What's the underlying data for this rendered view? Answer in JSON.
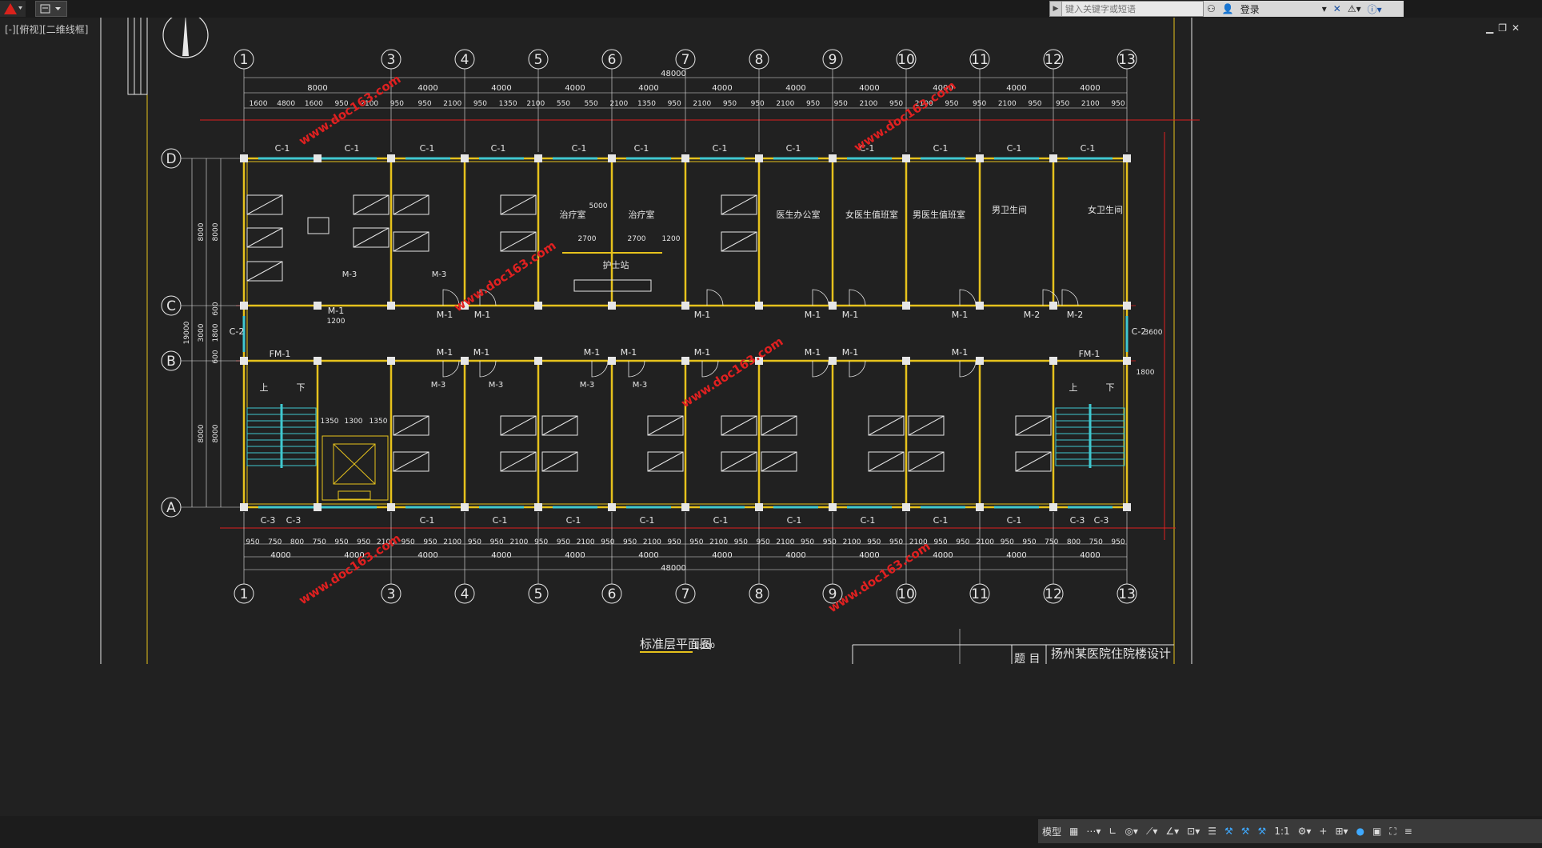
{
  "toolbar": {
    "search_placeholder": "键入关键字或短语",
    "login_label": "登录"
  },
  "viewport": {
    "label": "[-][俯视][二维线框]"
  },
  "status_bar": {
    "model_label": "模型",
    "scale_label": "1:1"
  },
  "drawing": {
    "title": "标准层平面图",
    "title_scale": "1:100",
    "titleblock_key": "题 目",
    "titleblock_value": "扬州某医院住院楼设计",
    "total_dimension": "48000",
    "top_bays": [
      "8000",
      "4000",
      "4000",
      "4000",
      "4000",
      "4000",
      "4000",
      "4000",
      "4000",
      "4000",
      "4000"
    ],
    "top_detail_left": [
      "1600",
      "4800",
      "1600",
      "950",
      "2100",
      "950",
      "950",
      "2100",
      "950",
      "1350",
      "2100",
      "550",
      "550",
      "2100",
      "1350",
      "950",
      "2100",
      "950",
      "950",
      "2100",
      "950",
      "950",
      "2100",
      "950",
      "2100",
      "950",
      "950",
      "2100",
      "950",
      "950",
      "2100",
      "950"
    ],
    "bottom_bays": [
      "4000",
      "4000",
      "4000",
      "4000",
      "4000",
      "4000",
      "4000",
      "4000",
      "4000",
      "4000",
      "4000",
      "4000"
    ],
    "bottom_detail": [
      "950",
      "750",
      "800",
      "750",
      "950",
      "950",
      "2100",
      "950",
      "950",
      "2100",
      "950",
      "950",
      "2100",
      "950",
      "950",
      "2100",
      "950",
      "950",
      "2100",
      "950",
      "950",
      "2100",
      "950",
      "950",
      "2100",
      "950",
      "950",
      "2100",
      "950",
      "950",
      "2100",
      "950",
      "950",
      "2100",
      "950",
      "950",
      "750",
      "800",
      "750",
      "950"
    ],
    "axes_numbers": [
      "1",
      "3",
      "4",
      "5",
      "6",
      "7",
      "8",
      "9",
      "10",
      "11",
      "12",
      "13"
    ],
    "axes_numbers_bottom": [
      "1",
      "3",
      "4",
      "5",
      "6",
      "7",
      "8",
      "9",
      "10",
      "11",
      "12",
      "13"
    ],
    "axes_letters": [
      "D",
      "C",
      "B",
      "A"
    ],
    "left_dims": [
      "8000",
      "8000",
      "19000",
      "3000",
      "600",
      "1800",
      "600",
      "8000",
      "8000"
    ],
    "rooms": [
      "治疗室",
      "治疗室",
      "护士站",
      "医生办公室",
      "女医生值班室",
      "男医生值班室",
      "男卫生间",
      "女卫生间"
    ],
    "window_top": [
      "C-1",
      "C-1",
      "C-1",
      "C-1",
      "C-1",
      "C-1",
      "C-1",
      "C-1",
      "C-1",
      "C-1",
      "C-1",
      "C-1"
    ],
    "window_bottom": [
      "C-3",
      "C-3",
      "C-1",
      "C-1",
      "C-1",
      "C-1",
      "C-1",
      "C-1",
      "C-1",
      "C-1",
      "C-1",
      "C-3",
      "C-3"
    ],
    "side_window": "C-2",
    "door_m1": "M-1",
    "door_m2": "M-2",
    "door_m3": "M-3",
    "door_fm1": "FM-1",
    "stair_up": "上",
    "stair_down": "下",
    "misc_dims": [
      "1200",
      "5000",
      "2700",
      "2700",
      "1200",
      "3600",
      "1800",
      "1350",
      "1300",
      "1350"
    ],
    "watermark": "www.doc163.com"
  },
  "colors": {
    "background": "#212121",
    "wall_yellow": "#e6c21c",
    "axis_red": "#e02020",
    "window_cyan": "#40c8d0",
    "line_white": "#e6e6e6"
  }
}
